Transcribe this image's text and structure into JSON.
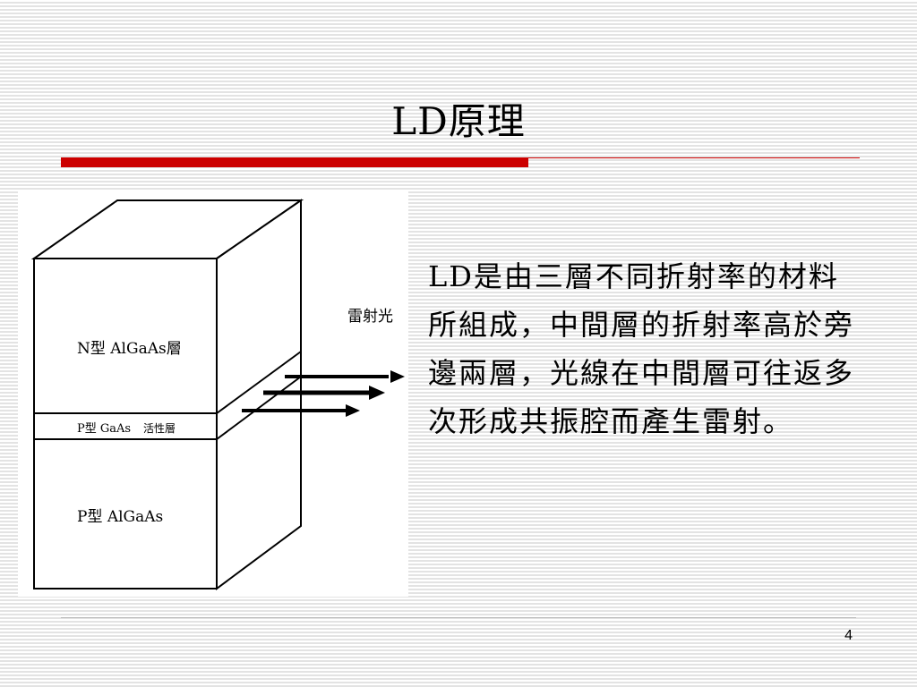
{
  "slide": {
    "title": "LD原理",
    "page_number": "4",
    "accent_color": "#cc0000",
    "body_text": "LD是由三層不同折射率的材料所組成，中間層的折射率高於旁邊兩層，光線在中間層可往返多次形成共振腔而產生雷射。"
  },
  "diagram": {
    "layer_top_label": "N型 AlGaAs層",
    "layer_middle_label_a": "P型 GaAs",
    "layer_middle_label_b": "活性層",
    "layer_bottom_label": "P型 AlGaAs",
    "emission_label": "雷射光"
  }
}
